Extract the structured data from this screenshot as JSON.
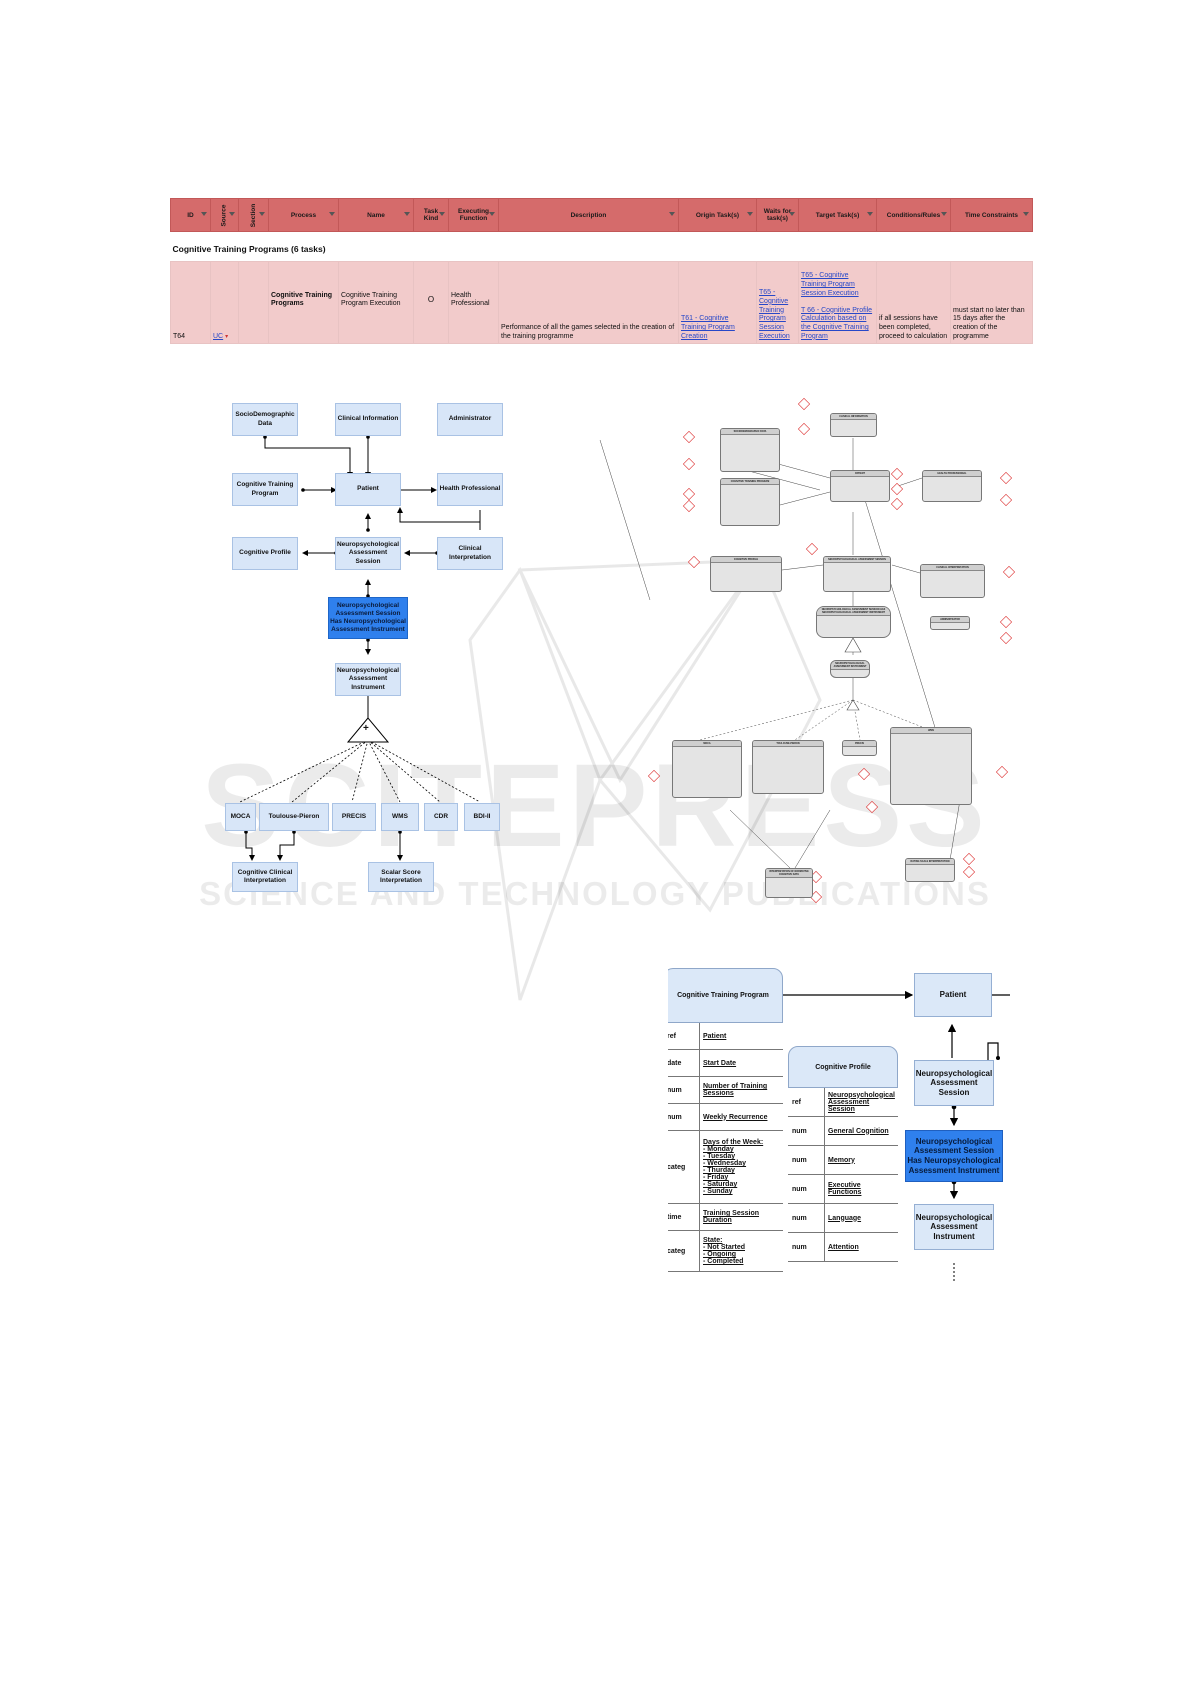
{
  "sheet": {
    "headers": {
      "id": "ID",
      "source": "Source",
      "section": "Section",
      "process": "Process",
      "name": "Name",
      "task_kind": "Task Kind",
      "executing_function": "Executing Function",
      "description": "Description",
      "origin_tasks": "Origin Task(s)",
      "waits_for": "Waits for task(s)",
      "target_tasks": "Target Task(s)",
      "conditions": "Conditions/Rules",
      "time_constraints": "Time Constraints"
    },
    "group_title": "Cognitive Training Programs (6 tasks)",
    "row": {
      "id": "T64",
      "source": "UC",
      "section": "",
      "process": "Cognitive Training Programs",
      "name": "Cognitive Training Program Execution",
      "task_kind": "O",
      "executing_function": "Health Professional",
      "description": "Performance of all the games selected in the creation of the training programme",
      "origin_tasks": "T61 - Cognitive Training Program Creation",
      "waits_for": "T65 - Cognitive Training Program Session Execution",
      "target_task_1": "T65 - Cognitive Training Program Session Execution",
      "target_task_2": "T 66 - Cognitive Profile Calculation based on the Cognitive Training Program",
      "conditions": "if all sessions have been completed, proceed to calculation",
      "time_constraints": "must start no later than 15 days after the creation of the programme"
    }
  },
  "left_diagram": {
    "socio": "SocioDemographic Data",
    "clinical_info": "Clinical Information",
    "administrator": "Administrator",
    "ctp": "Cognitive Training Program",
    "patient": "Patient",
    "health_prof": "Health Professional",
    "cog_profile": "Cognitive Profile",
    "nas": "Neuropsychological Assessment Session",
    "clinical_interp": "Clinical Interpretation",
    "nas_has": "Neuropsychological Assessment Session Has Neuropsychological Assessment Instrument",
    "nai": "Neuropsychological Assessment Instrument",
    "plus": "+",
    "moca": "MOCA",
    "toulouse": "Toulouse-Pieron",
    "precis": "PRECIS",
    "wms": "WMS",
    "cdr": "CDR",
    "bdi": "BDI-II",
    "cci": "Cognitive Clinical Interpretation",
    "ssi": "Scalar Score Interpretation"
  },
  "er_diagram": {
    "entities": [
      "SOCIODEMOGRAPHIC DATA",
      "CLINICAL INFORMATION",
      "COGNITIVE TRAINING PROGRAM",
      "PATIENT",
      "HEALTH PROFESSIONAL",
      "COGNITIVE PROFILE",
      "NEUROPSYCHOLOGICAL ASSESSMENT SESSION",
      "CLINICAL INTERPRETATION",
      "ADMINISTRATOR",
      "NEUROPSYCHOLOGICAL ASSESSMENT SESSION HAS NEUROPSYCHOLOGICAL ASSESSMENT INSTRUMENT",
      "NEUROPSYCHOLOGICAL ASSESSMENT INSTRUMENT",
      "MOCA",
      "TOULOUSE-PIERON",
      "PRECIS",
      "WMS",
      "RATING SCALE INTERPRETATION",
      "INTERPRETATION OF NORMATIVE COGNITIVE DATA"
    ]
  },
  "zoom": {
    "ctp_title": "Cognitive Training Program",
    "ctp_rows": [
      {
        "k": "ref",
        "v": [
          "Patient"
        ]
      },
      {
        "k": "date",
        "v": [
          "Start Date"
        ]
      },
      {
        "k": "num",
        "v": [
          "Number of Training",
          "Sessions"
        ]
      },
      {
        "k": "num",
        "v": [
          "Weekly Recurrence"
        ]
      },
      {
        "k": "categ",
        "v": [
          "Days of the Week:",
          "- Monday",
          "- Tuesday",
          "- Wednesday",
          "- Thurday",
          "- Friday",
          "- Saturday",
          "- Sunday"
        ]
      },
      {
        "k": "time",
        "v": [
          "Training Session",
          "Duration"
        ]
      },
      {
        "k": "categ",
        "v": [
          "State:",
          "- Not Started",
          "- Ongoing",
          "- Completed"
        ]
      }
    ],
    "cp_title": "Cognitive Profile",
    "cp_rows": [
      {
        "k": "ref",
        "v": [
          "Neuropsychological",
          "Assessment Session"
        ]
      },
      {
        "k": "num",
        "v": [
          "General Cognition"
        ]
      },
      {
        "k": "num",
        "v": [
          "Memory"
        ]
      },
      {
        "k": "num",
        "v": [
          "Executive Functions"
        ]
      },
      {
        "k": "num",
        "v": [
          "Language"
        ]
      },
      {
        "k": "num",
        "v": [
          "Attention"
        ]
      }
    ],
    "patient": "Patient",
    "nas": "Neuropsychological Assessment Session",
    "nas_has": "Neuropsychological Assessment Session Has Neuropsychological Assessment Instrument",
    "nai": "Neuropsychological Assessment Instrument"
  },
  "watermark": {
    "big": "SCITEPRESS",
    "small": "SCIENCE AND TECHNOLOGY PUBLICATIONS"
  },
  "colors": {
    "header_red": "#d56b6b",
    "row_pink": "#f2cbcb",
    "box_blue": "#d8e6f8",
    "highlight_blue": "#2f80ed",
    "link_blue": "#2848c8"
  }
}
